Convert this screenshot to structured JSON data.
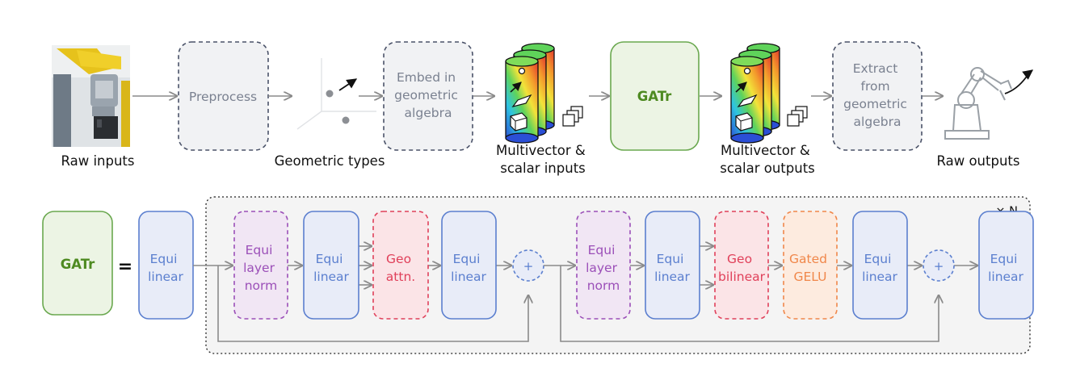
{
  "colors": {
    "arrow": "#8a8a8a",
    "dashed_gray": "#4a5268",
    "gatr_green": "#6aa84f",
    "gatr_text": "#4e8a21",
    "equi_blue": "#5b7fcf",
    "equi_fill": "#e8ecf8",
    "norm_purple": "#9b4fb8",
    "geo_red": "#e0405a",
    "gelu_orange": "#f0874a",
    "sum_blue": "#5b7fcf"
  },
  "top_row": {
    "raw_inputs_label": "Raw inputs",
    "preprocess_label": "Preprocess",
    "geometric_types_label": "Geometric types",
    "embed_lines": [
      "Embed in",
      "geometric",
      "algebra"
    ],
    "mv_inputs_lines": [
      "Multivector &",
      "scalar inputs"
    ],
    "gatr_label": "GATr",
    "mv_outputs_lines": [
      "Multivector &",
      "scalar outputs"
    ],
    "extract_lines": [
      "Extract",
      "from",
      "geometric",
      "algebra"
    ],
    "raw_outputs_label": "Raw outputs"
  },
  "bottom_row": {
    "gatr_label": "GATr",
    "equals_sign": "=",
    "repeat_label": "× N",
    "sum_symbol": "+",
    "equi_linear_lines": [
      "Equi",
      "linear"
    ],
    "equi_layer_norm_lines": [
      "Equi",
      "layer",
      "norm"
    ],
    "geo_attn_lines": [
      "Geo",
      "attn."
    ],
    "geo_bilinear_lines": [
      "Geo",
      "bilinear"
    ],
    "gated_gelu_lines": [
      "Gated",
      "GELU"
    ]
  }
}
